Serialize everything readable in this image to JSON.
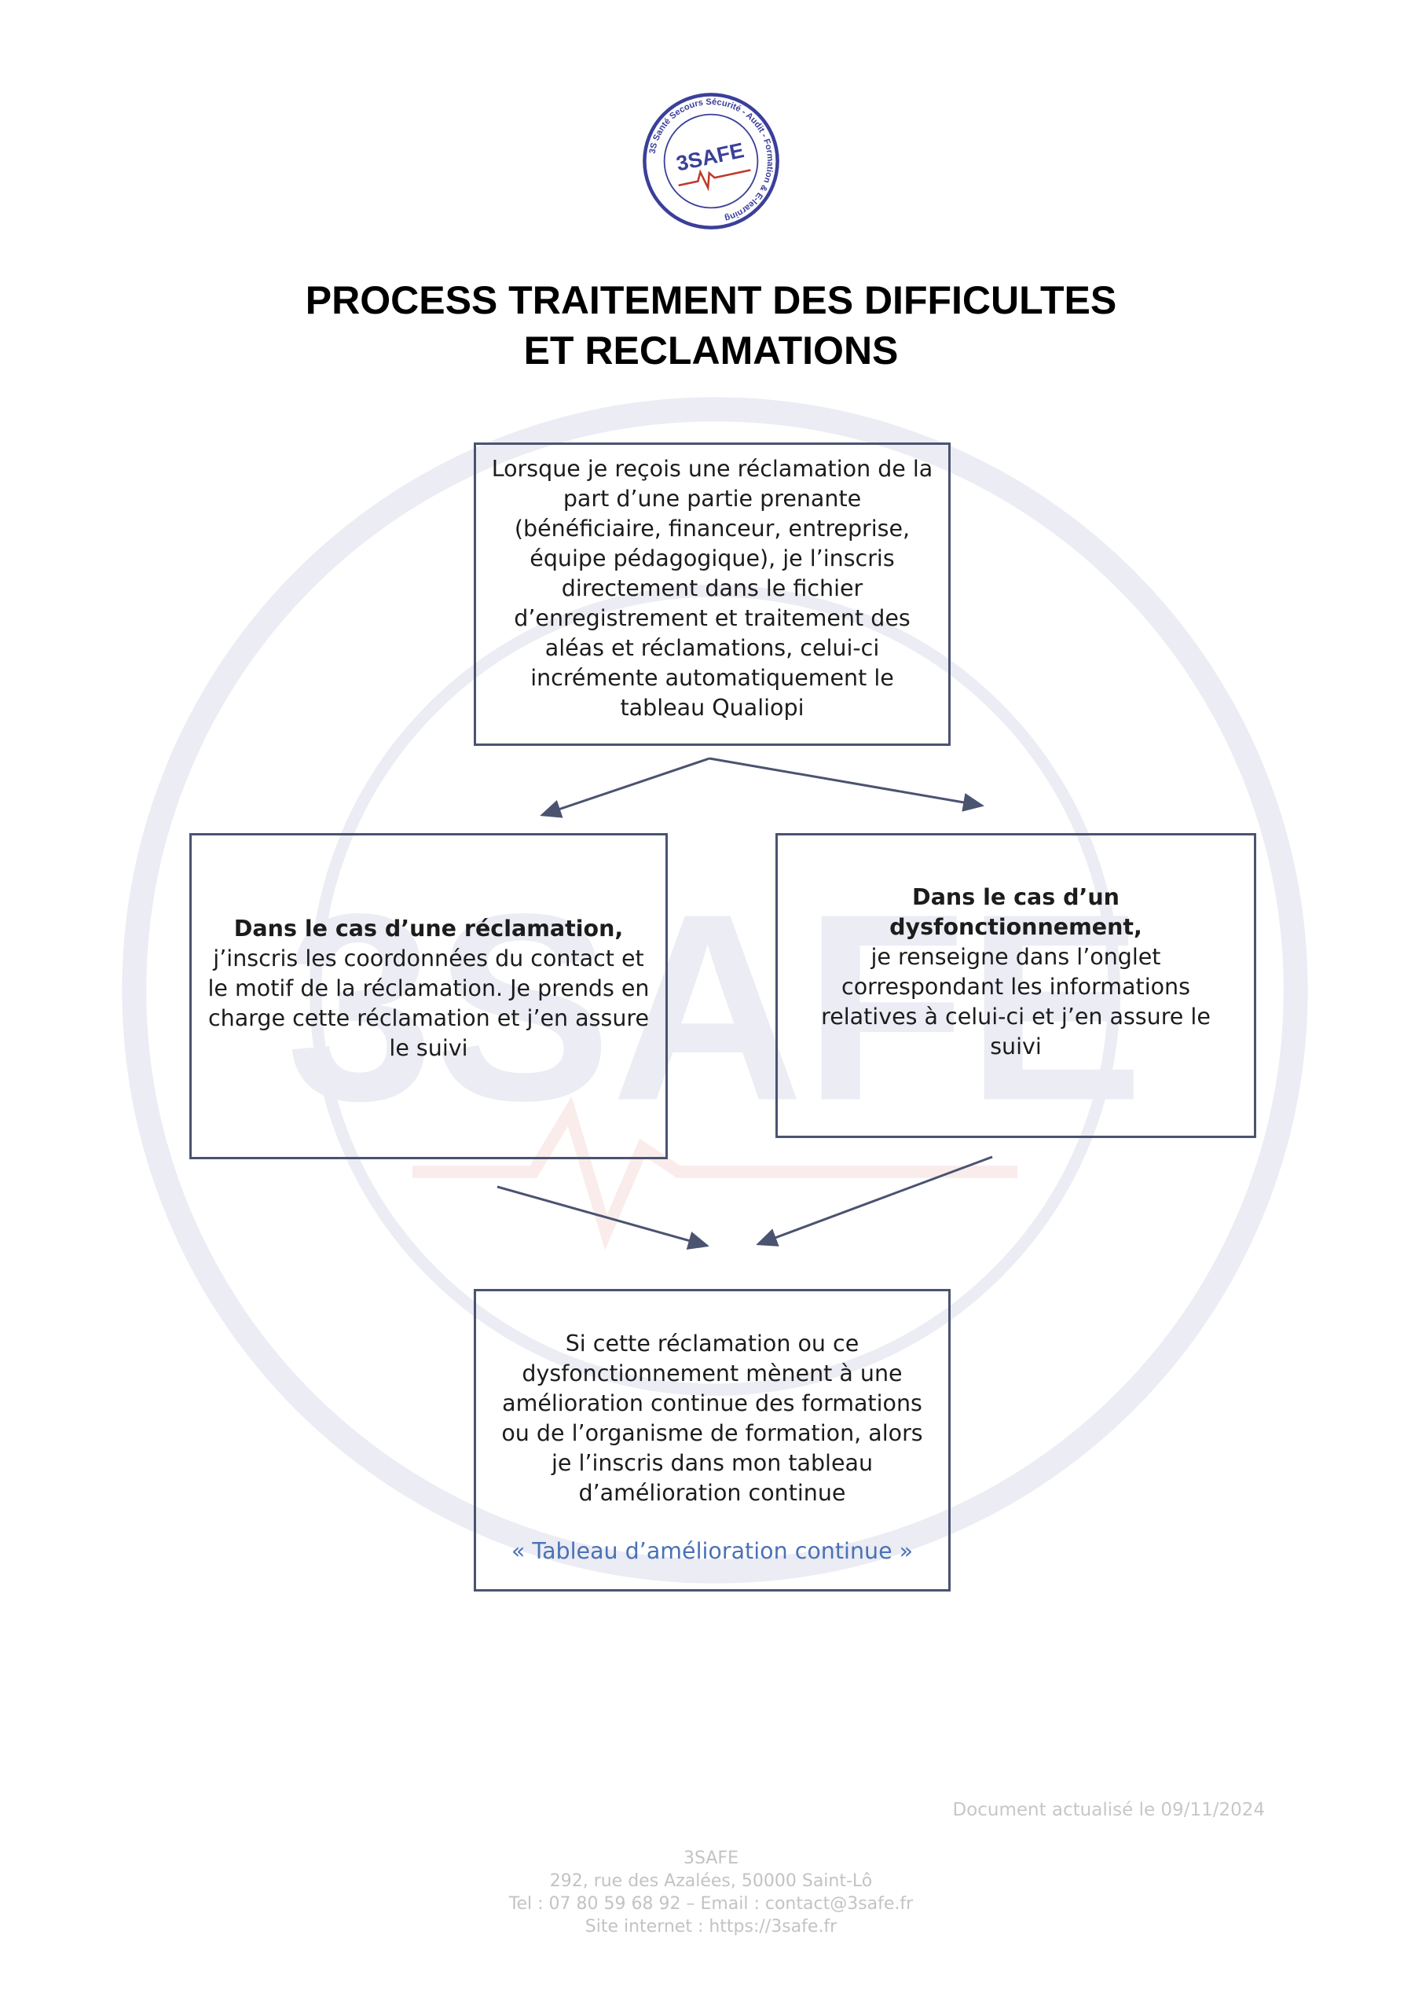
{
  "title": {
    "line1": "PROCESS TRAITEMENT DES DIFFICULTES",
    "line2": "ET RECLAMATIONS"
  },
  "logo": {
    "name": "3SAFE",
    "ring_text": "3S Santé Secours Sécurité - Audit - Formation & E-learning"
  },
  "boxes": {
    "top": {
      "text": "Lorsque je reçois une réclamation de la part d’une partie prenante (bénéficiaire, financeur, entreprise, équipe pédagogique), je l’inscris directement dans le fichier d’enregistrement et traitement des aléas et réclamations, celui-ci incrémente automatiquement le tableau Qualiopi"
    },
    "left": {
      "heading": "Dans le cas d’une réclamation,",
      "text": "j’inscris les coordonnées du contact et le motif de la réclamation. Je prends en charge cette réclamation et j’en assure le suivi"
    },
    "right": {
      "heading": "Dans le cas d’un dysfonctionnement,",
      "text": "je renseigne dans l’onglet correspondant les informations relatives à celui-ci et j’en assure le suivi"
    },
    "bottom": {
      "text": "Si cette réclamation ou ce dysfonctionnement mènent à une amélioration continue des formations ou de l’organisme de formation, alors je l’inscris dans mon tableau d’amélioration continue",
      "link": "« Tableau d’amélioration continue »"
    }
  },
  "colors": {
    "box_border": "#4a5370",
    "arrow": "#4a5370",
    "link": "#4a72b5",
    "logo_blue": "#3b3f9a",
    "logo_red": "#c0392b"
  },
  "footer": {
    "updated": "Document actualisé le 09/11/2024",
    "company": "3SAFE",
    "address": "292, rue des Azalées, 50000 Saint-Lô",
    "contact": "Tel : 07 80 59 68 92 – Email : contact@3safe.fr",
    "website": "Site internet :  https://3safe.fr"
  }
}
